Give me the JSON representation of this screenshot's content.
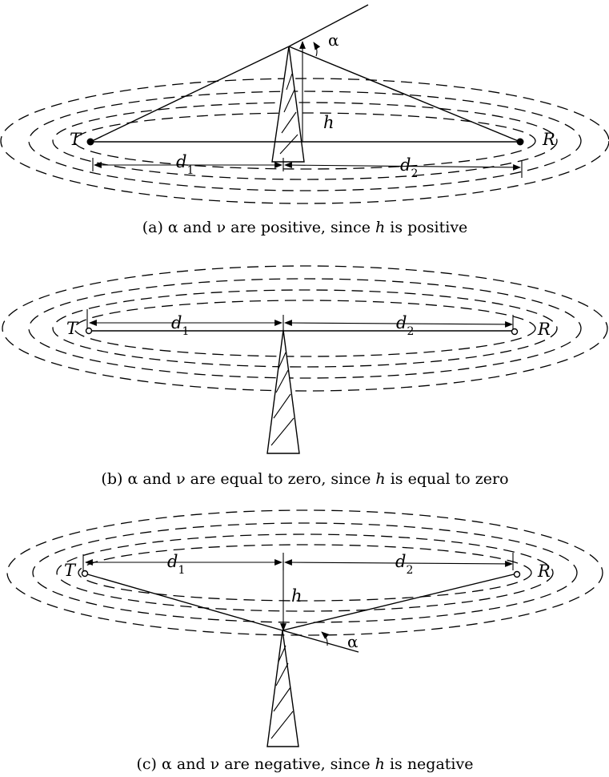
{
  "labels": {
    "transmitter": "T",
    "receiver": "R",
    "distance1": "d",
    "distance1_sub": "1",
    "distance2": "d",
    "distance2_sub": "2",
    "height": "h",
    "angle": "α"
  },
  "captions": {
    "a": {
      "pre": "(a) α and ν are positive, since ",
      "var": "h",
      "post": " is positive"
    },
    "b": {
      "pre": "(b) α and ν are equal to zero, since ",
      "var": "h",
      "post": " is equal to zero"
    },
    "c": {
      "pre": "(c) α and ν are negative, since ",
      "var": "h",
      "post": " is negative"
    }
  }
}
